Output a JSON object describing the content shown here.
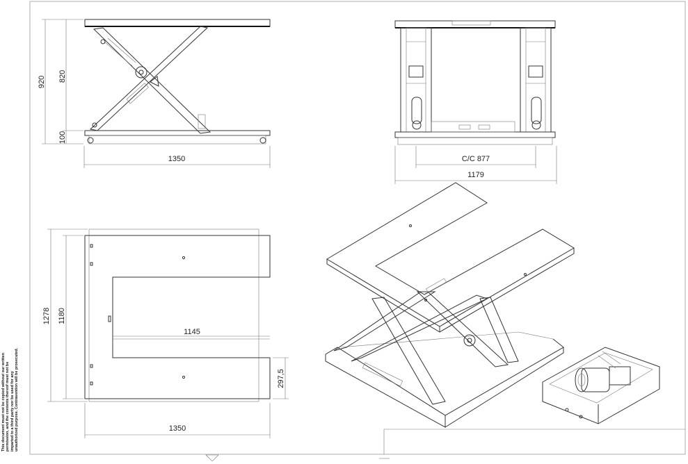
{
  "dimensions": {
    "side_total_height": "920",
    "side_scissor_height": "820",
    "side_base_height": "100",
    "side_length": "1350",
    "front_cc": "C/C 877",
    "front_width": "1179",
    "plan_depth_outer": "1278",
    "plan_depth_inner": "1180",
    "plan_inner_length": "1145",
    "plan_arm_width": "297,5",
    "plan_length": "1350"
  },
  "disclaimer": "This document must not be copied without our written permission, and the contents thereof must not be imparted to a third party nor be used for any unauthorized purpose. Contravention will be prosecuted."
}
